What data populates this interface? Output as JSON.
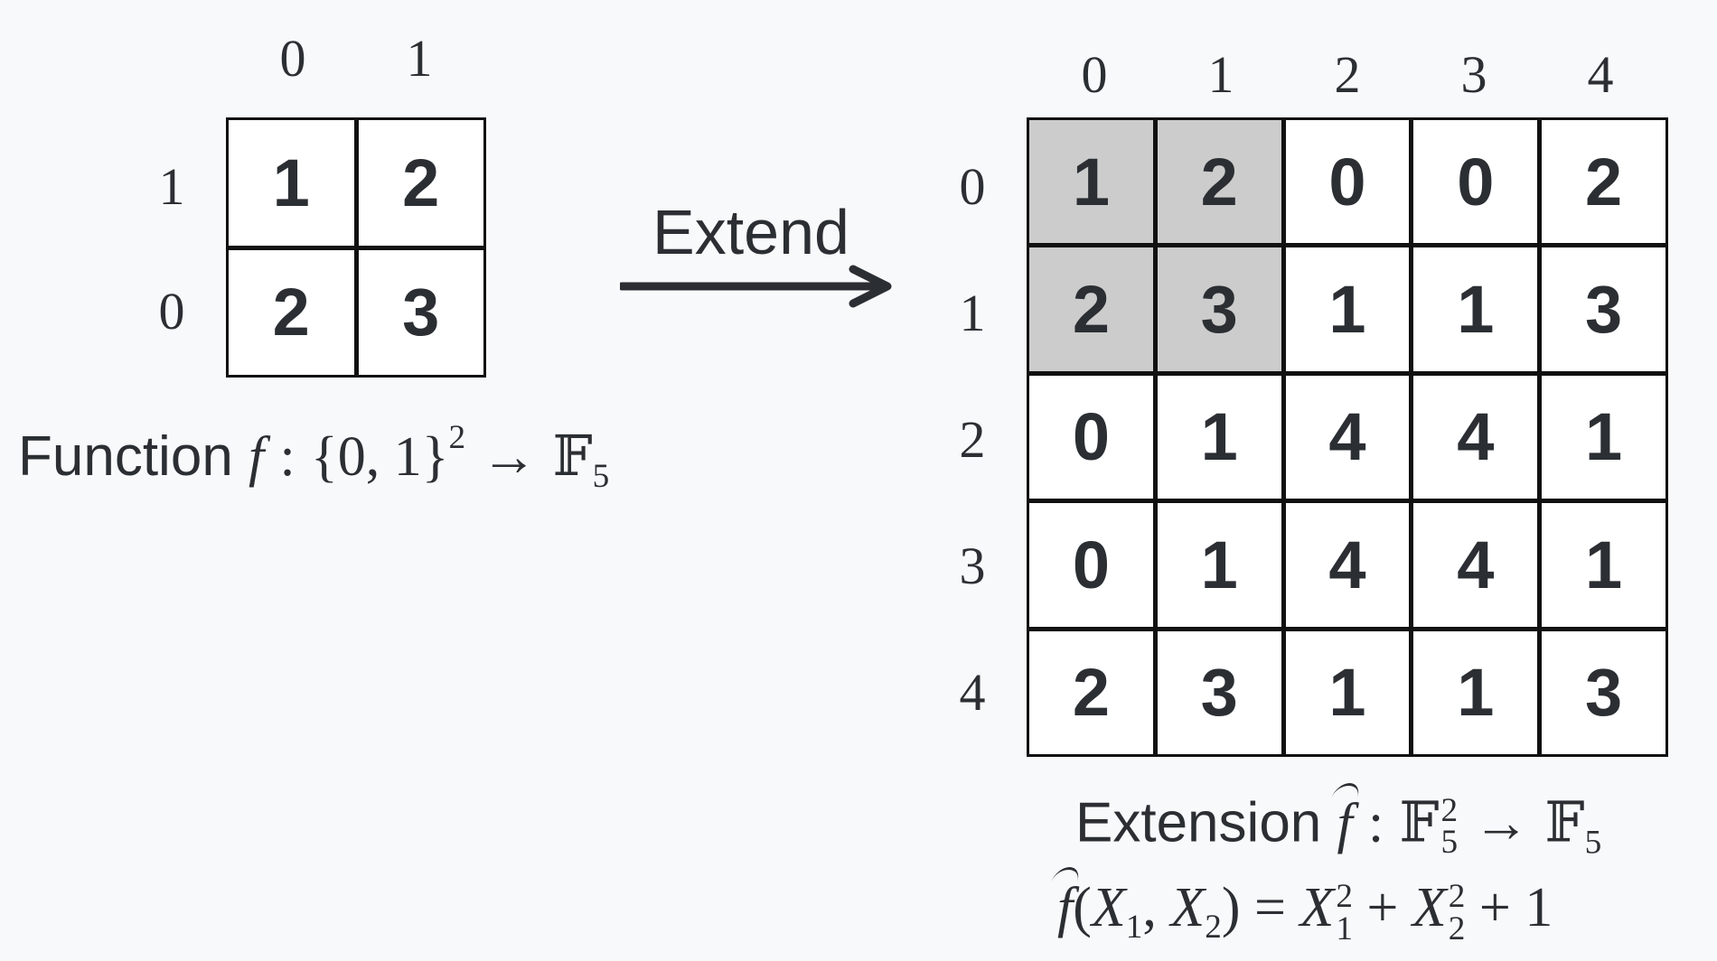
{
  "left": {
    "col_labels": [
      "0",
      "1"
    ],
    "row_labels": [
      "1",
      "0"
    ],
    "cells": [
      [
        "1",
        "2"
      ],
      [
        "2",
        "3"
      ]
    ],
    "caption": {
      "word": "Function",
      "fn": "f",
      "colon": ":",
      "domain": "{0, 1}",
      "exp": "2",
      "arrow": "→",
      "field": "𝔽",
      "field_sub": "5"
    }
  },
  "arrow": {
    "label": "Extend"
  },
  "right": {
    "col_labels": [
      "0",
      "1",
      "2",
      "3",
      "4"
    ],
    "row_labels": [
      "0",
      "1",
      "2",
      "3",
      "4"
    ],
    "cells": [
      [
        "1",
        "2",
        "0",
        "0",
        "2"
      ],
      [
        "2",
        "3",
        "1",
        "1",
        "3"
      ],
      [
        "0",
        "1",
        "4",
        "4",
        "1"
      ],
      [
        "0",
        "1",
        "4",
        "4",
        "1"
      ],
      [
        "2",
        "3",
        "1",
        "1",
        "3"
      ]
    ],
    "shaded_cells": [
      [
        0,
        0
      ],
      [
        0,
        1
      ],
      [
        1,
        0
      ],
      [
        1,
        1
      ]
    ],
    "caption": {
      "word": "Extension",
      "fn": "f",
      "colon": ":",
      "field": "𝔽",
      "field_sub": "5",
      "field_exp": "2",
      "arrow": "→",
      "target": "𝔽",
      "target_sub": "5"
    },
    "formula": {
      "fn": "f",
      "open": "(",
      "x": "X",
      "x1_sub": "1",
      "comma": ",",
      "x2_sub": "2",
      "close": ")",
      "eq": "=",
      "term1_sup": "2",
      "term1_sub": "1",
      "plus1": "+",
      "term2_sup": "2",
      "term2_sub": "2",
      "plus2": "+",
      "const": "1"
    }
  },
  "colors": {
    "background": "#f8f9fa",
    "shaded": "#cccccc",
    "text": "#2b2f33",
    "grid_line": "#111111"
  }
}
